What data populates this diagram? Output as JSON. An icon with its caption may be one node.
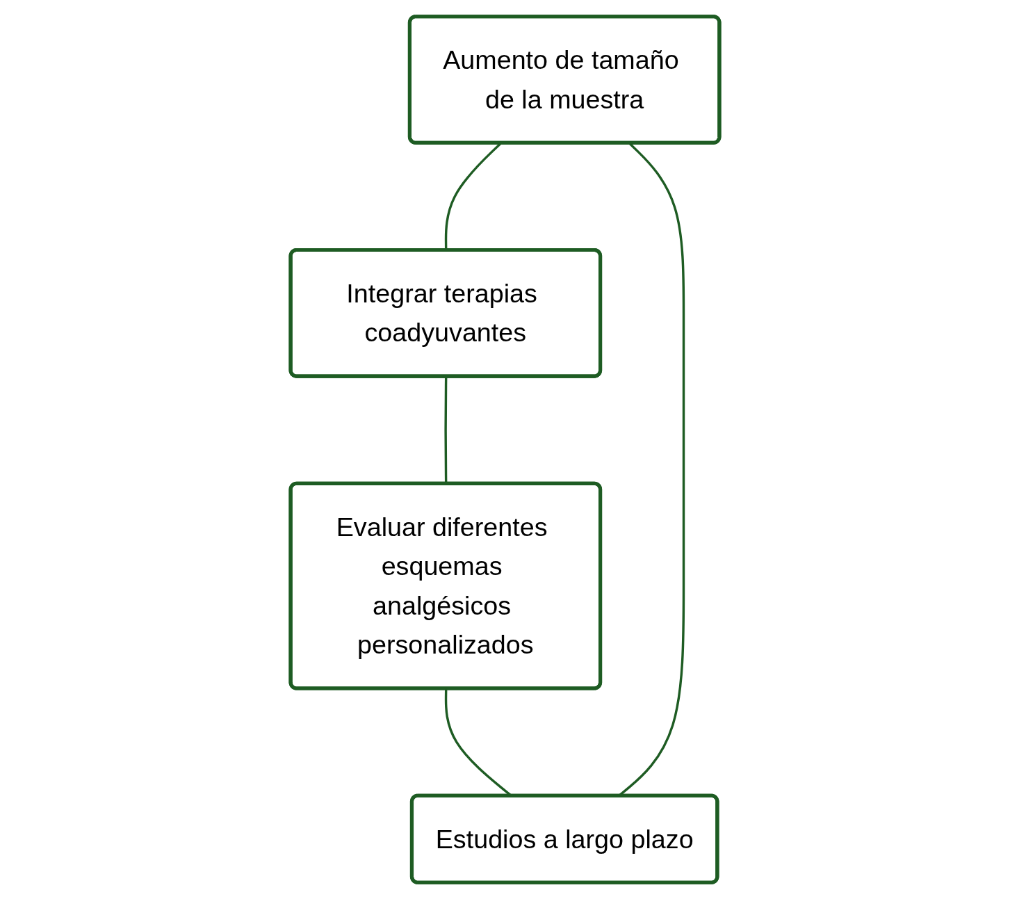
{
  "diagram": {
    "nodes": [
      {
        "text": [
          "Aumento de tamaño de la muestra"
        ]
      },
      {
        "text": [
          "Estudios a largo plazo"
        ]
      },
      {
        "text": [
          "Integrar terapias coadyuvantes"
        ]
      },
      {
        "text": [
          "Evaluar diferentes esquemas analgésicos personalizados"
        ]
      }
    ],
    "edges": [
      {
        "from": 0,
        "to": 2,
        "arrow": "none"
      },
      {
        "from": 2,
        "to": 3,
        "arrow": "none"
      },
      {
        "from": 3,
        "to": 1,
        "arrow": "none"
      },
      {
        "from": 1,
        "to": 0,
        "arrow": "none"
      }
    ]
  }
}
